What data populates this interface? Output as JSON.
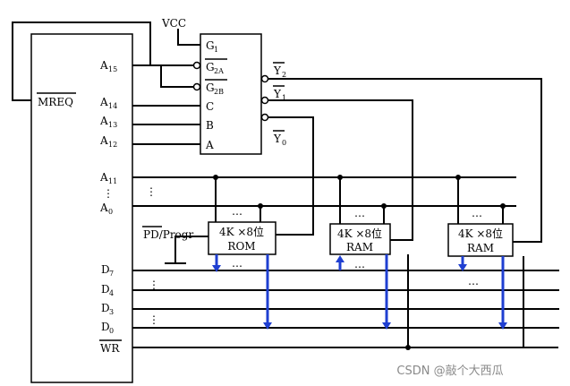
{
  "cpu": {
    "mreq": "MREQ",
    "a15": "A",
    "a15_sub": "15",
    "a14": "A",
    "a14_sub": "14",
    "a13": "A",
    "a13_sub": "13",
    "a12": "A",
    "a12_sub": "12",
    "a11": "A",
    "a11_sub": "11",
    "a0": "A",
    "a0_sub": "0",
    "d7": "D",
    "d7_sub": "7",
    "d4": "D",
    "d4_sub": "4",
    "d3": "D",
    "d3_sub": "3",
    "d0": "D",
    "d0_sub": "0",
    "wr": "WR"
  },
  "decoder": {
    "vcc": "VCC",
    "g1": "G",
    "g1_sub": "1",
    "g2a": "G",
    "g2a_sub": "2A",
    "g2b": "G",
    "g2b_sub": "2B",
    "c": "C",
    "b": "B",
    "a": "A",
    "y2": "Y",
    "y2_sub": "2",
    "y1": "Y",
    "y1_sub": "1",
    "y0": "Y",
    "y0_sub": "0"
  },
  "chips": [
    {
      "line1": "4K ×8位",
      "line2": "ROM"
    },
    {
      "line1": "4K ×8位",
      "line2": "RAM"
    },
    {
      "line1": "4K ×8位",
      "line2": "RAM"
    }
  ],
  "pd_progr": "PD/Progr",
  "ellipsis_h": "…",
  "ellipsis_v": "⋮",
  "watermark": "CSDN @敲个大西瓜"
}
